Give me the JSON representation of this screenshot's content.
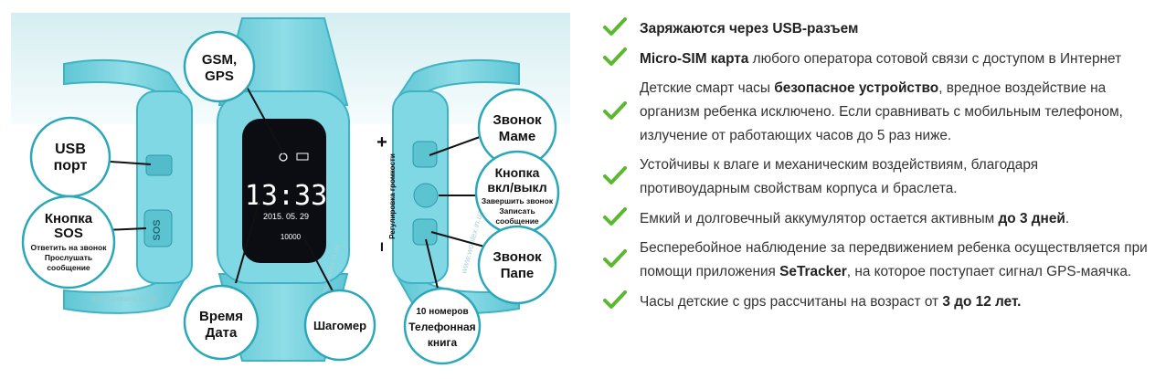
{
  "callouts": {
    "gsm": [
      "GSM,",
      "GPS"
    ],
    "usb": [
      "USB",
      "порт"
    ],
    "sos_title": [
      "Кнопка",
      "SOS"
    ],
    "sos_sub": [
      "Ответить на звонок",
      "Прослушать",
      "сообщение"
    ],
    "time": [
      "Время",
      "Дата"
    ],
    "pedometer": "Шагомер",
    "contacts": [
      "10 номеров",
      "Телефонная",
      "книга"
    ],
    "mom": [
      "Звонок",
      "Маме"
    ],
    "power_title": [
      "Кнопка",
      "вкл/выкл"
    ],
    "power_sub": [
      "Завершить звонок",
      "Записать",
      "сообщение"
    ],
    "dad": [
      "Звонок",
      "Папе"
    ],
    "volume": "Регулировка громкости"
  },
  "watch": {
    "time": "13:33",
    "date": "2015. 05. 29",
    "steps": "10000",
    "sos_label": "SOS",
    "plus": "+",
    "minus": "I",
    "watermark": "www.wonlex.in.ua"
  },
  "features": [
    {
      "parts": [
        {
          "t": "Заряжаются через USB-разъем",
          "b": true
        }
      ]
    },
    {
      "parts": [
        {
          "t": "Micro-SIM карта",
          "b": true
        },
        {
          "t": " любого оператора сотовой связи с доступом в Интернет",
          "b": false
        }
      ]
    },
    {
      "parts": [
        {
          "t": "Детские смарт часы ",
          "b": false
        },
        {
          "t": "безопасное устройство",
          "b": true
        },
        {
          "t": ", вредное воздействие на организм ребенка исключено. Если сравнивать с мобильным телефоном, излучение от работающих часов до 5 раз ниже.",
          "b": false
        }
      ]
    },
    {
      "parts": [
        {
          "t": "Устойчивы к влаге и механическим воздействиям, благодаря противоударным свойствам корпуса и браслета.",
          "b": false
        }
      ]
    },
    {
      "parts": [
        {
          "t": "Емкий и долговечный аккумулятор остается активным ",
          "b": false
        },
        {
          "t": "до 3 дней",
          "b": true
        },
        {
          "t": ".",
          "b": false
        }
      ]
    },
    {
      "parts": [
        {
          "t": "Бесперебойное наблюдение за передвижением ребенка осуществляется при помощи приложения ",
          "b": false
        },
        {
          "t": "SeTracker",
          "b": true
        },
        {
          "t": ", на которое поступает сигнал GPS-маячка.",
          "b": false
        }
      ]
    },
    {
      "parts": [
        {
          "t": "Часы детские с gps рассчитаны на возраст от ",
          "b": false
        },
        {
          "t": "3 до 12 лет.",
          "b": true
        }
      ]
    }
  ],
  "colors": {
    "band": "#6ecfdc",
    "band_dark": "#3fb3c4",
    "banner": "#dff2f4",
    "check": "#5cb82e"
  }
}
